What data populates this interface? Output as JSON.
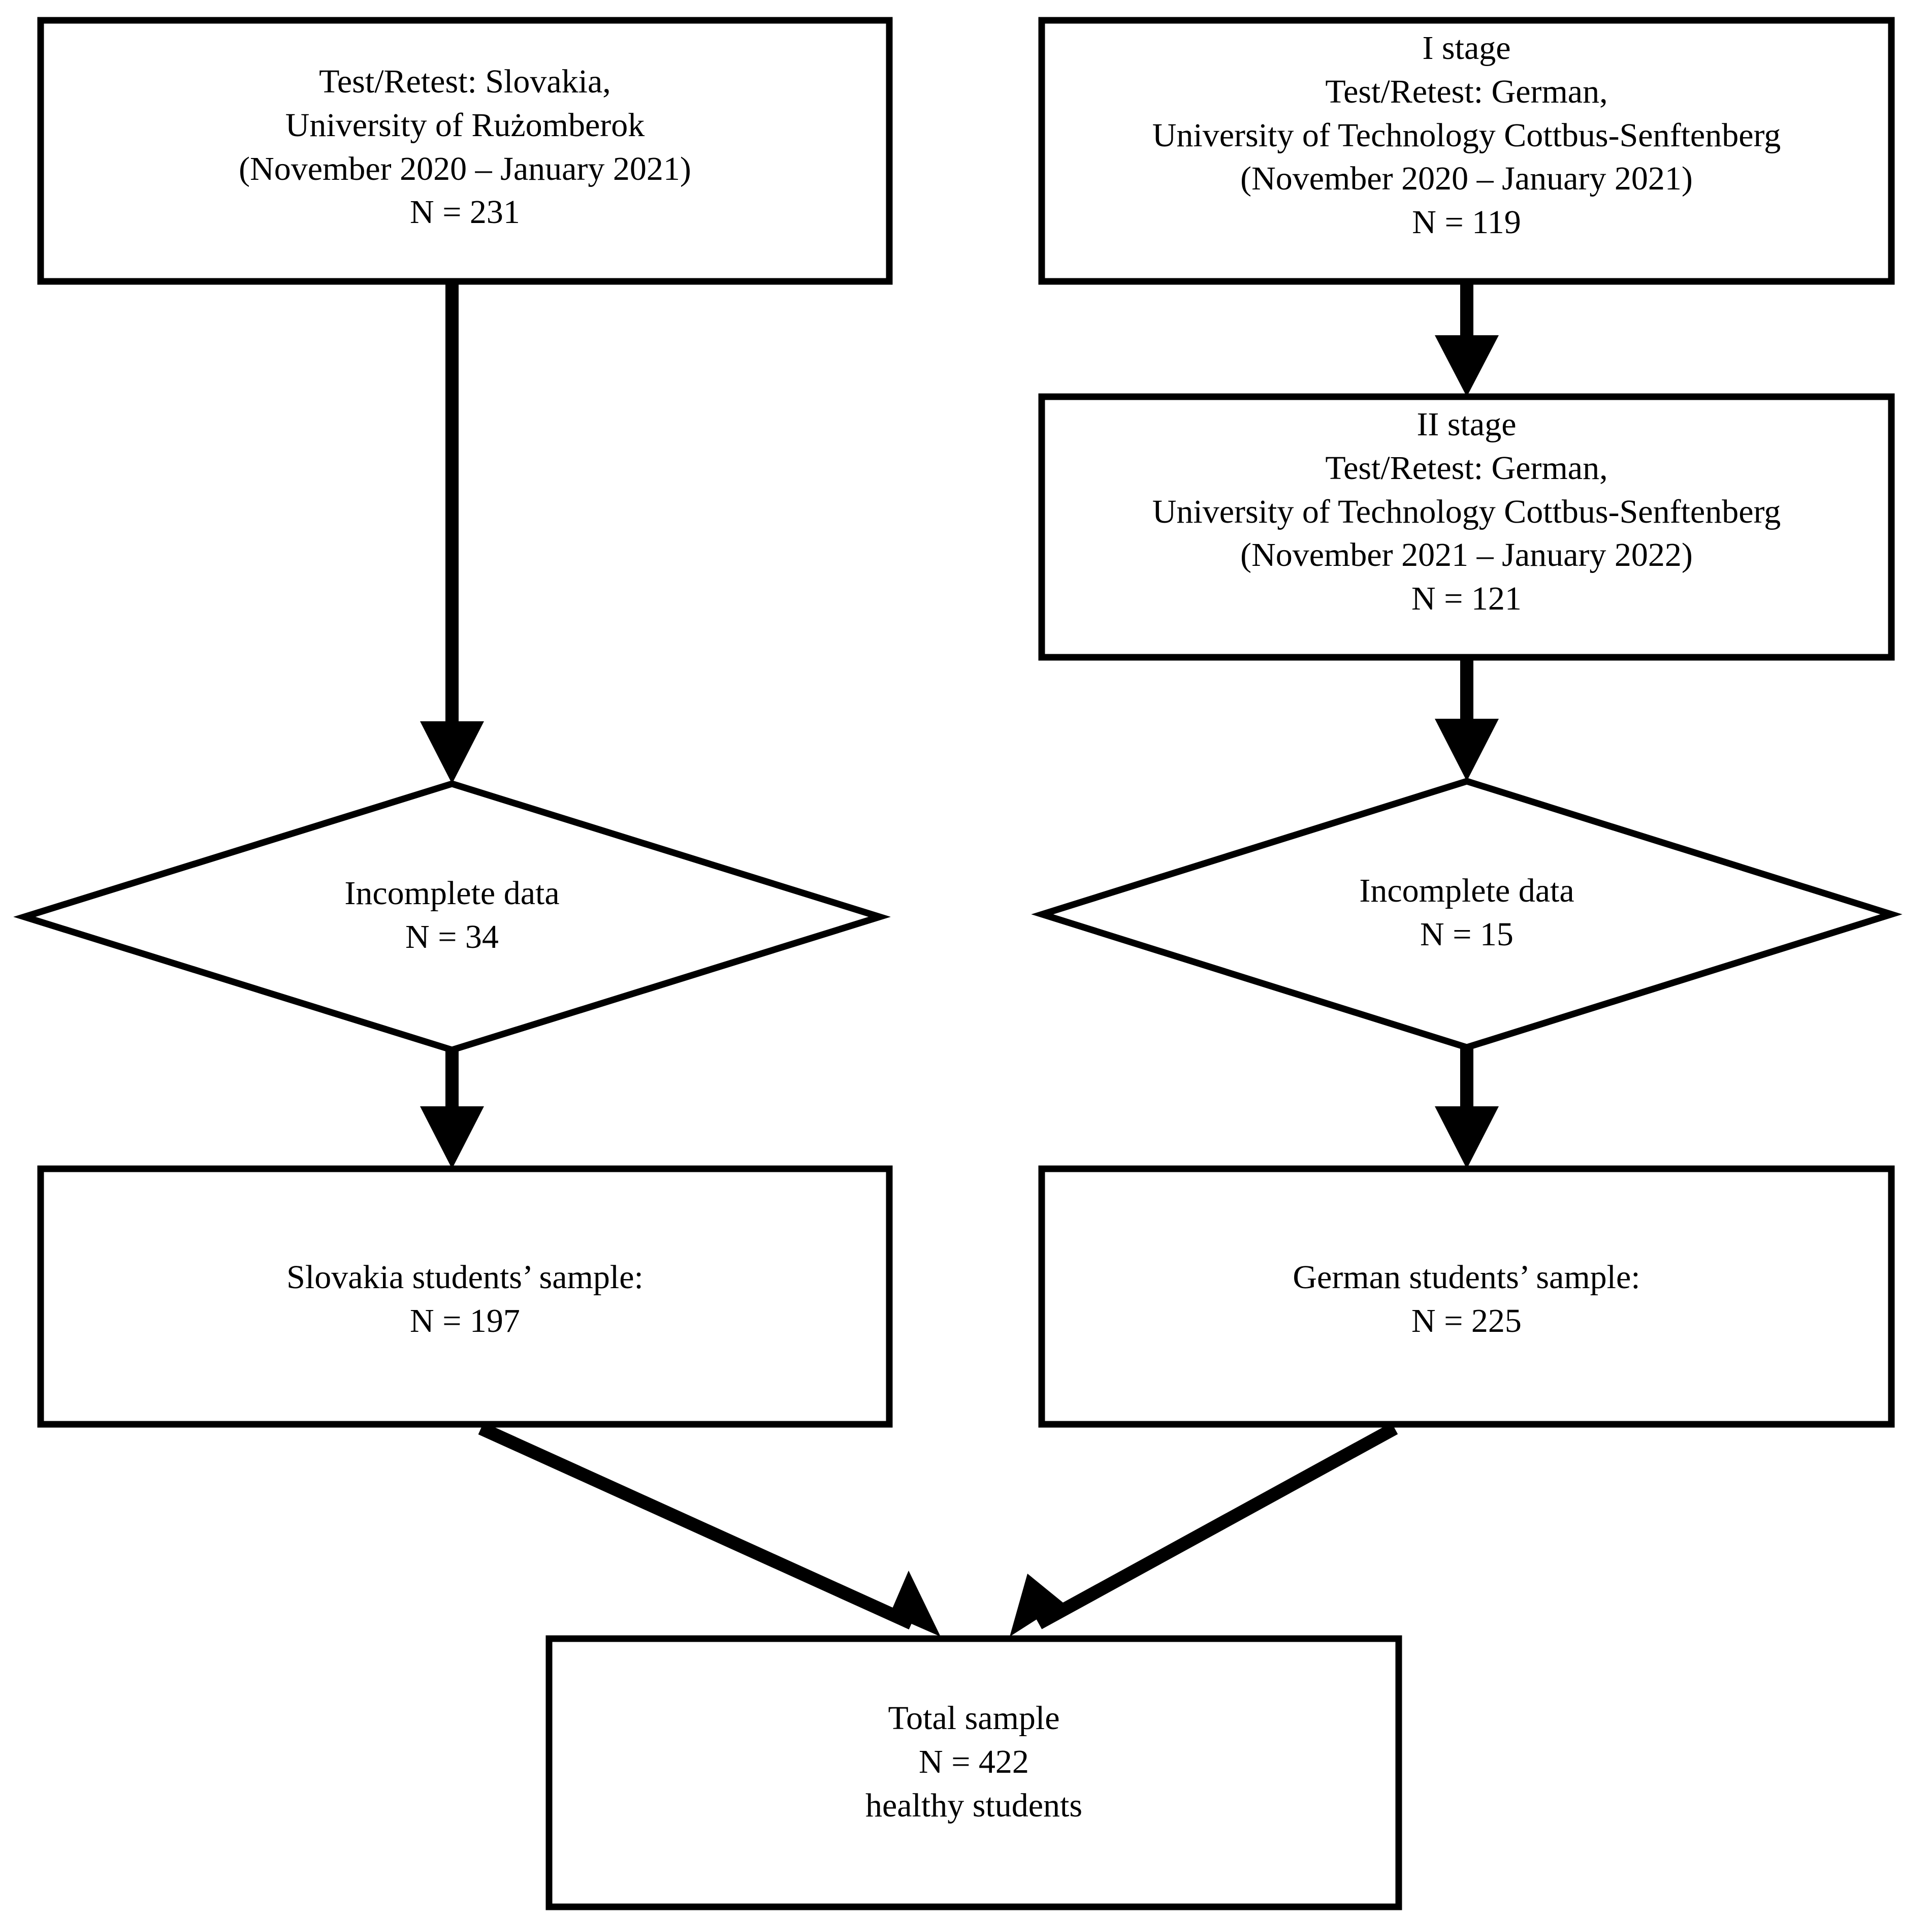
{
  "diagram": {
    "type": "study-flow-chart",
    "background_color": "#ffffff",
    "line_color": "#000000",
    "nodes": [
      {
        "id": "slovakia-source",
        "shape": "rectangle",
        "lines": [
          "Test/Retest: Slovakia,",
          "University of Rużomberok",
          "(November 2020 – January 2021)",
          "N = 231"
        ]
      },
      {
        "id": "german-stage-1",
        "shape": "rectangle",
        "lines": [
          "I stage",
          "Test/Retest: German,",
          "University of Technology Cottbus-Senftenberg",
          "(November 2020 – January 2021)",
          "N = 119"
        ]
      },
      {
        "id": "german-stage-2",
        "shape": "rectangle",
        "lines": [
          "II stage",
          "Test/Retest: German,",
          "University of Technology Cottbus-Senftenberg",
          "(November 2021 – January 2022)",
          "N = 121"
        ]
      },
      {
        "id": "slovakia-incomplete",
        "shape": "diamond",
        "lines": [
          "Incomplete data",
          "N = 34"
        ]
      },
      {
        "id": "german-incomplete",
        "shape": "diamond",
        "lines": [
          "Incomplete data",
          "N = 15"
        ]
      },
      {
        "id": "slovakia-sample",
        "shape": "rectangle",
        "lines": [
          "Slovakia students’ sample:",
          "N = 197"
        ]
      },
      {
        "id": "german-sample",
        "shape": "rectangle",
        "lines": [
          "German students’ sample:",
          "N = 225"
        ]
      },
      {
        "id": "total-sample",
        "shape": "rectangle",
        "lines": [
          "Total sample",
          "N = 422",
          "healthy students"
        ]
      }
    ],
    "edges": [
      {
        "id": "edge-slovakia-to-incomplete",
        "from": "slovakia-source",
        "to": "slovakia-incomplete",
        "style": "arrow-down"
      },
      {
        "id": "edge-stage1-to-stage2",
        "from": "german-stage-1",
        "to": "german-stage-2",
        "style": "arrow-down"
      },
      {
        "id": "edge-stage2-to-incomplete",
        "from": "german-stage-2",
        "to": "german-incomplete",
        "style": "arrow-down"
      },
      {
        "id": "edge-slovakia-incomplete-to-sample",
        "from": "slovakia-incomplete",
        "to": "slovakia-sample",
        "style": "arrow-down"
      },
      {
        "id": "edge-german-incomplete-to-sample",
        "from": "german-incomplete",
        "to": "german-sample",
        "style": "arrow-down"
      },
      {
        "id": "edge-slovakia-sample-to-total",
        "from": "slovakia-sample",
        "to": "total-sample",
        "style": "arrow-diagonal-right-down"
      },
      {
        "id": "edge-german-sample-to-total",
        "from": "german-sample",
        "to": "total-sample",
        "style": "arrow-diagonal-left-down"
      }
    ]
  }
}
